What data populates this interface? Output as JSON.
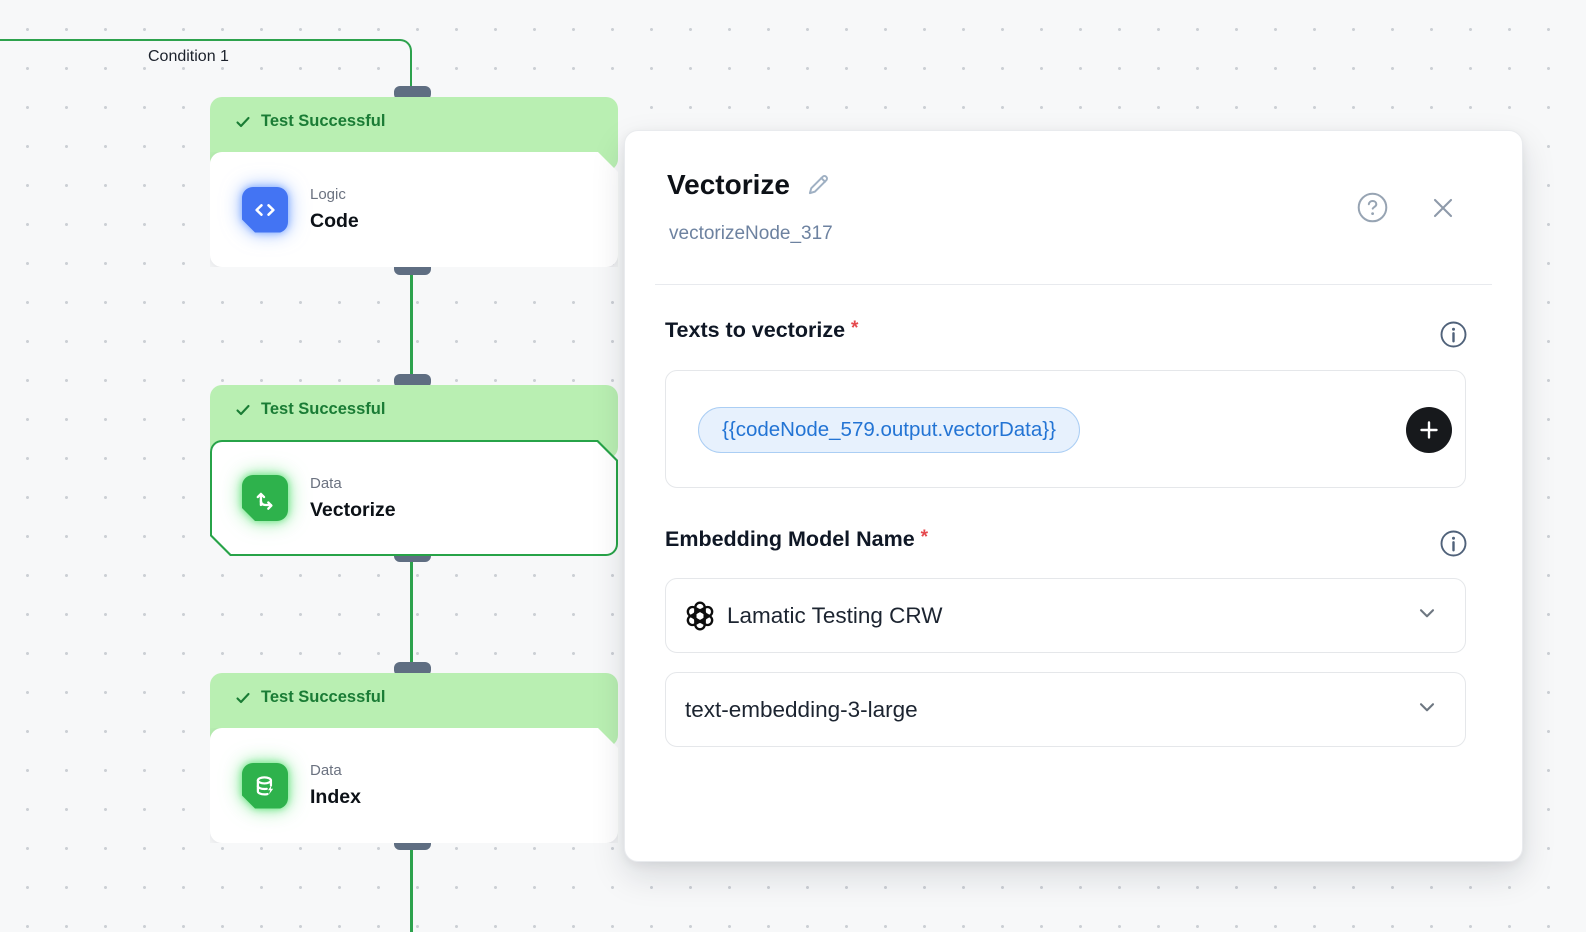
{
  "canvas": {
    "condition_label": "Condition 1",
    "nodes": [
      {
        "status": "Test Successful",
        "category": "Logic",
        "name": "Code",
        "icon": "code-icon",
        "selected": false
      },
      {
        "status": "Test Successful",
        "category": "Data",
        "name": "Vectorize",
        "icon": "vectorize-icon",
        "selected": true
      },
      {
        "status": "Test Successful",
        "category": "Data",
        "name": "Index",
        "icon": "database-icon",
        "selected": false
      }
    ],
    "colors": {
      "wire": "#2da24d",
      "badge_bg": "#b9efb2",
      "badge_text": "#1a7c35",
      "handle": "#5f6e82",
      "node_icon_blue": "#4374f3",
      "node_icon_green": "#2eb24c",
      "selected_border": "#27a348"
    }
  },
  "panel": {
    "title": "Vectorize",
    "subtitle": "vectorizeNode_317",
    "required_marker": "*",
    "sections": {
      "texts": {
        "label": "Texts to vectorize",
        "chip": "{{codeNode_579.output.vectorData}}"
      },
      "model": {
        "label": "Embedding Model Name",
        "provider_value": "Lamatic Testing CRW",
        "provider_icon": "openai-logo",
        "model_value": "text-embedding-3-large"
      }
    },
    "colors": {
      "chip_bg": "#e7f1fd",
      "chip_border": "#abcef4",
      "chip_text": "#2374d4",
      "required": "#e5484d",
      "plus_btn": "#17191c"
    }
  }
}
